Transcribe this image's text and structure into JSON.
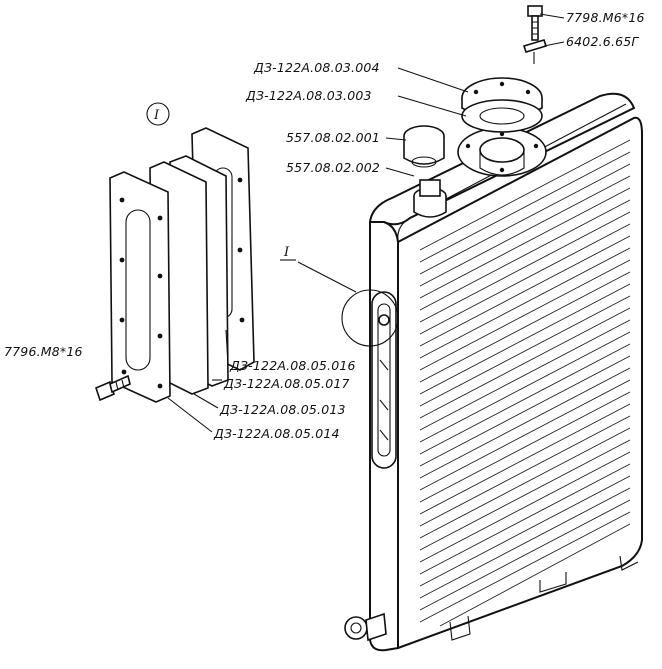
{
  "labels": {
    "bolt_top": "7798.M6*16",
    "washer_top": "6402.6.65Г",
    "cover_plate": "ДЗ-122А.08.03.004",
    "gasket_cover": "ДЗ-122А.08.03.003",
    "cap": "557.08.02.001",
    "cap_base": "557.08.02.002",
    "gauge_016": "ДЗ-122А.08.05.016",
    "gauge_017": "ДЗ-122А.08.05.017",
    "gauge_013": "ДЗ-122А.08.05.013",
    "gauge_014": "ДЗ-122А.08.05.014",
    "bolt_side": "7796.M8*16",
    "detail_callout_1": "I",
    "detail_callout_2": "I"
  }
}
